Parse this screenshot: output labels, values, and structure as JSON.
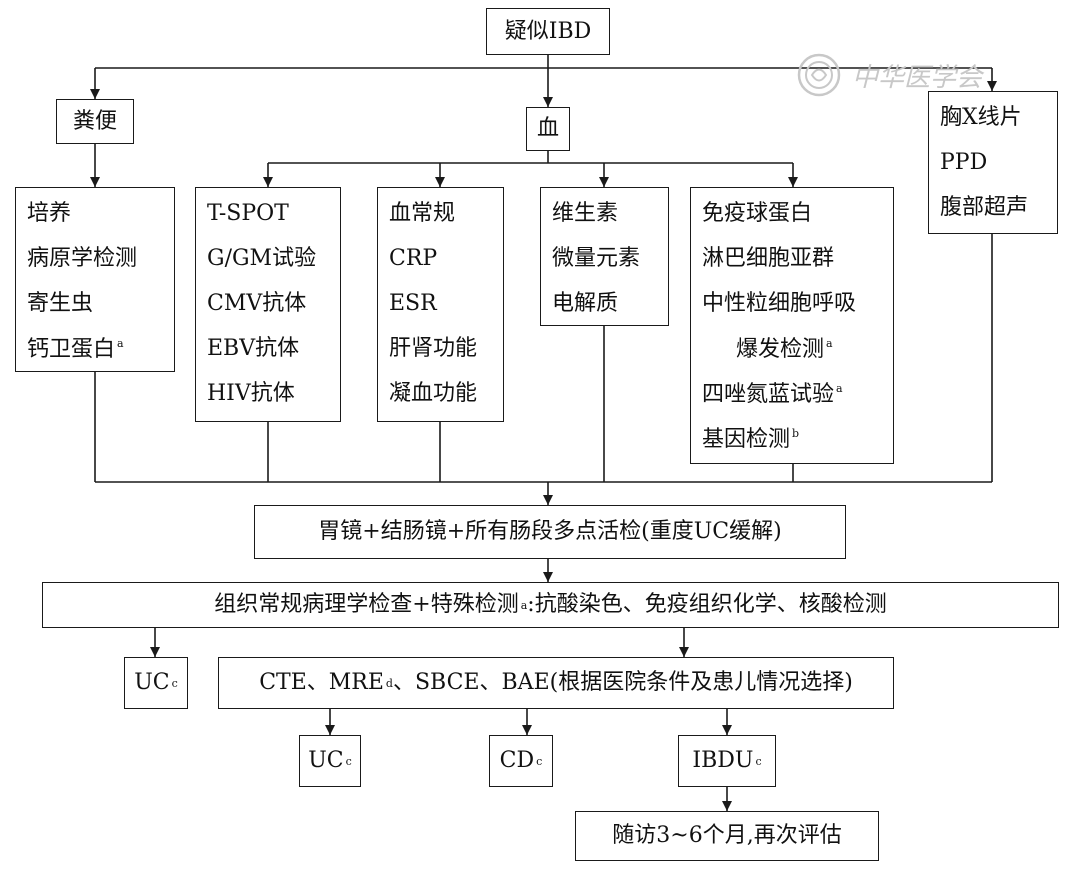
{
  "nodes": {
    "start": "疑似IBD",
    "stool": "粪便",
    "blood": "血",
    "chest": [
      "胸X线片",
      "PPD",
      "腹部超声"
    ],
    "stool_tests": [
      {
        "t": "培养"
      },
      {
        "t": "病原学检测"
      },
      {
        "t": "寄生虫"
      },
      {
        "t": "钙卫蛋白",
        "s": "a"
      }
    ],
    "infection_tests": [
      {
        "t": "T-SPOT"
      },
      {
        "t": "G/GM试验"
      },
      {
        "t": "CMV抗体"
      },
      {
        "t": "EBV抗体"
      },
      {
        "t": "HIV抗体"
      }
    ],
    "routine_tests": [
      {
        "t": "血常规"
      },
      {
        "t": "CRP"
      },
      {
        "t": "ESR"
      },
      {
        "t": "肝肾功能"
      },
      {
        "t": "凝血功能"
      }
    ],
    "nutrition_tests": [
      {
        "t": "维生素"
      },
      {
        "t": "微量元素"
      },
      {
        "t": "电解质"
      }
    ],
    "immune_tests": [
      {
        "t": "免疫球蛋白"
      },
      {
        "t": "淋巴细胞亚群"
      },
      {
        "t": "中性粒细胞呼吸"
      },
      {
        "t": "爆发检测",
        "s": "a",
        "indent": true
      },
      {
        "t": "四唑氮蓝试验",
        "s": "a"
      },
      {
        "t": "基因检测",
        "s": "b"
      }
    ],
    "endoscopy": "胃镜+结肠镜+所有肠段多点活检(重度UC缓解)",
    "pathology": {
      "t": "组织常规病理学检查+特殊检测",
      "s": "a",
      "after": ":抗酸染色、免疫组织化学、核酸检测"
    },
    "uc_left": {
      "t": "UC",
      "s": "c"
    },
    "imaging": {
      "pre": "CTE、MRE",
      "s": "d",
      "post": "、SBCE、BAE(根据医院条件及患儿情况选择)"
    },
    "uc_final": {
      "t": "UC",
      "s": "c"
    },
    "cd_final": {
      "t": "CD",
      "s": "c"
    },
    "ibdu_final": {
      "t": "IBDU",
      "s": "c"
    },
    "followup": "随访3~6个月,再次评估"
  },
  "watermark": {
    "text": "中华医学会",
    "icon": "seal-icon"
  },
  "colors": {
    "line": "#1a1a1a",
    "box_border": "#1a1a1a",
    "watermark": "#c8c8c8"
  }
}
